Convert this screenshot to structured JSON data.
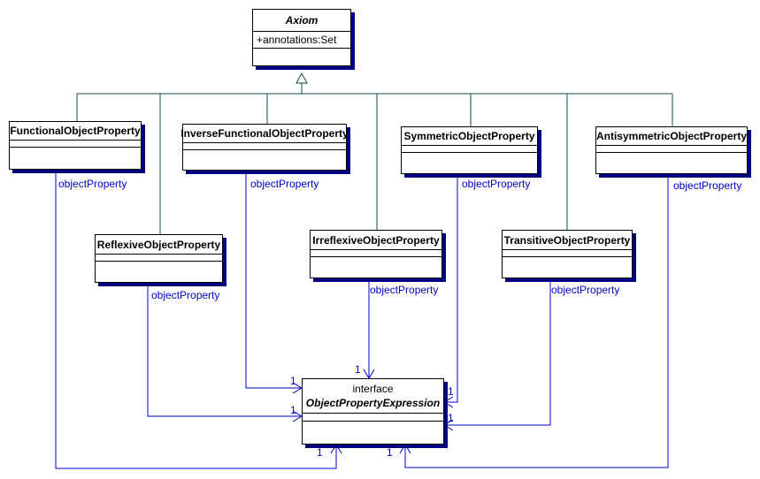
{
  "diagram": {
    "axiom": {
      "name": "Axiom",
      "attribute": "+annotations:Set"
    },
    "interface": {
      "stereotype": "interface",
      "name": "ObjectPropertyExpression"
    },
    "classes": [
      {
        "name": "FunctionalObjectProperty"
      },
      {
        "name": "InverseFunctionalObjectProperty"
      },
      {
        "name": "SymmetricObjectProperty"
      },
      {
        "name": "AntisymmetricObjectProperty"
      },
      {
        "name": "ReflexiveObjectProperty"
      },
      {
        "name": "IrreflexiveObjectProperty"
      },
      {
        "name": "TransitiveObjectProperty"
      }
    ],
    "associations": [
      {
        "from": "FunctionalObjectProperty",
        "to": "ObjectPropertyExpression",
        "label": "objectProperty",
        "multiplicity": "1"
      },
      {
        "from": "InverseFunctionalObjectProperty",
        "to": "ObjectPropertyExpression",
        "label": "objectProperty",
        "multiplicity": "1"
      },
      {
        "from": "SymmetricObjectProperty",
        "to": "ObjectPropertyExpression",
        "label": "objectProperty",
        "multiplicity": "1"
      },
      {
        "from": "AntisymmetricObjectProperty",
        "to": "ObjectPropertyExpression",
        "label": "objectProperty",
        "multiplicity": "1"
      },
      {
        "from": "ReflexiveObjectProperty",
        "to": "ObjectPropertyExpression",
        "label": "objectProperty",
        "multiplicity": "1"
      },
      {
        "from": "IrreflexiveObjectProperty",
        "to": "ObjectPropertyExpression",
        "label": "objectProperty",
        "multiplicity": "1"
      },
      {
        "from": "TransitiveObjectProperty",
        "to": "ObjectPropertyExpression",
        "label": "objectProperty",
        "multiplicity": "1"
      }
    ],
    "colors": {
      "association_blue": "#0000cc",
      "generalization_teal": "#0d4d4d",
      "box_shadow_navy": "#000080",
      "box_border": "#000000",
      "background": "#ffffff"
    }
  }
}
